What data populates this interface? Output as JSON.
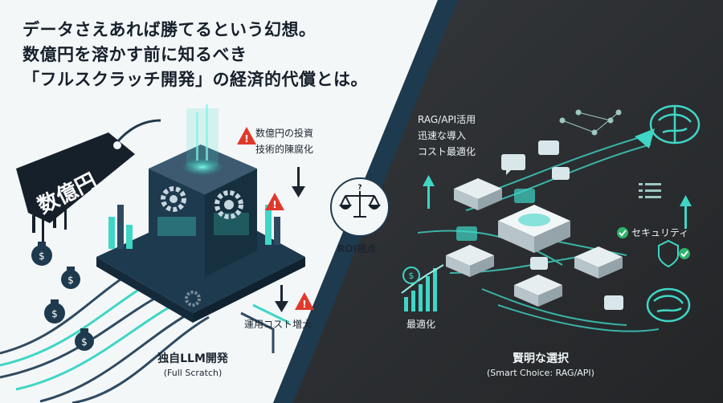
{
  "headline": {
    "line1": "データさえあれば勝てるという幻想。",
    "line2": "数億円を溶かす前に知るべき",
    "line3": "「フルスクラッチ開発」の経済的代償とは。"
  },
  "price_tag": {
    "label": "数億円"
  },
  "left": {
    "risk_line1": "数億円の投資",
    "risk_line2": "技術的陳腐化",
    "cost_label": "運用コスト増大",
    "caption_title": "独自LLM開発",
    "caption_sub": "(Full Scratch)"
  },
  "center": {
    "label": "ROI視点"
  },
  "right": {
    "benefit_line1": "RAG/API活用",
    "benefit_line2": "迅速な導入",
    "benefit_line3": "コスト最適化",
    "security_label": "セキュリティ",
    "optimization_label": "最適化",
    "caption_title": "賢明な選択",
    "caption_sub": "(Smart Choice: RAG/API)"
  },
  "colors": {
    "light_bg": "#f4f7f8",
    "dark_bg": "#2b2d30",
    "navy": "#1e3a4f",
    "teal": "#3fd6c6",
    "warning": "#e0392b"
  },
  "icons": [
    "money-bag-icon",
    "warning-icon",
    "gear-icon",
    "scale-icon",
    "brain-icon",
    "chat-icon",
    "shield-icon",
    "check-icon",
    "growth-chart-icon"
  ]
}
